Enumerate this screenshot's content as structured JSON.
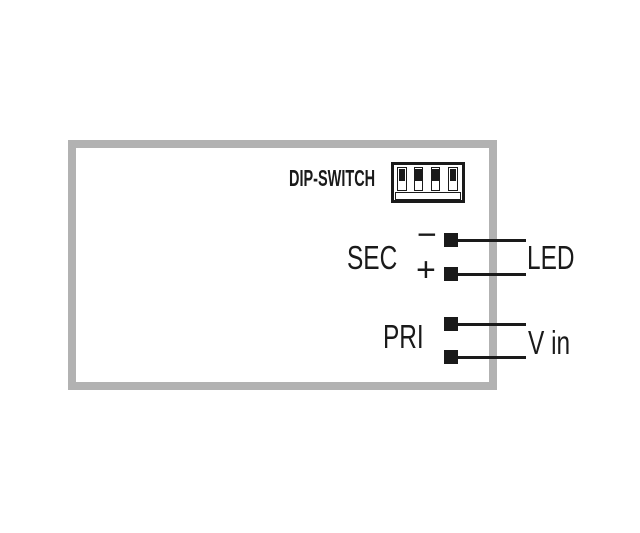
{
  "colors": {
    "ink": "#1a1a1a",
    "outline_gray": "#b2b2b2",
    "background": "#ffffff"
  },
  "device": {
    "dip_switch": {
      "label": "DIP-SWITCH",
      "positions": 4,
      "states": [
        "up",
        "up",
        "up",
        "up"
      ]
    },
    "sec": {
      "label": "SEC",
      "minus_symbol": "−",
      "plus_symbol": "+"
    },
    "pri": {
      "label": "PRI"
    }
  },
  "external_connections": {
    "led_label": "LED",
    "vin_label": "V in"
  }
}
